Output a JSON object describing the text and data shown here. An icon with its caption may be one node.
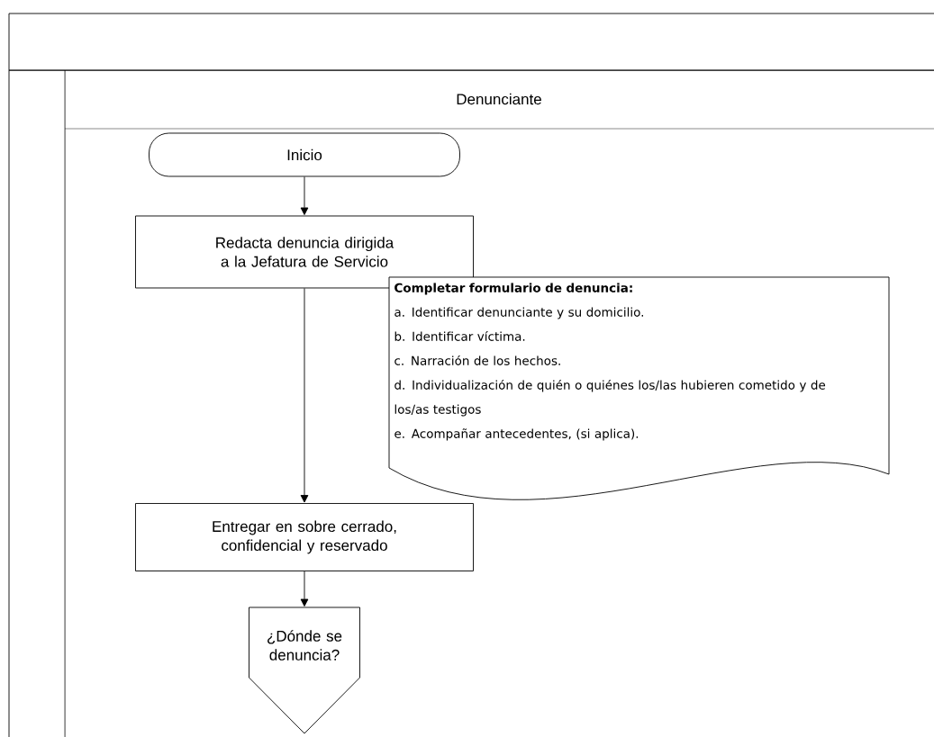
{
  "diagram": {
    "nodes": [
      {
        "text": [
          "Denunciante"
        ]
      },
      {
        "text": [
          "Inicio"
        ],
        "in": 0
      },
      {
        "text": [
          "Redacta denuncia dirigida a la Jefatura de Servicio"
        ],
        "in": 0
      },
      {
        "text": [
          "Completar formulario de denuncia:",
          "a. Identificar denunciante y su domicilio.",
          "b. Identificar víctima.",
          "c. Narración de los hechos.",
          "d. Individualización de quién o quiénes los/las hubieren cometido y de los/as testigos",
          "e. Acompañar antecedentes, (si aplica)."
        ],
        "in": 0
      },
      {
        "text": [
          "Entregar en sobre cerrado, confidencial y reservado"
        ],
        "in": 0
      },
      {
        "text": [
          "¿Dónde se denuncia?"
        ],
        "in": 0
      }
    ],
    "edges": [
      {
        "from": 1,
        "to": 2,
        "arrow": "to"
      },
      {
        "from": 2,
        "to": 4,
        "arrow": "to"
      },
      {
        "from": 4,
        "to": 5,
        "arrow": "to"
      }
    ]
  }
}
